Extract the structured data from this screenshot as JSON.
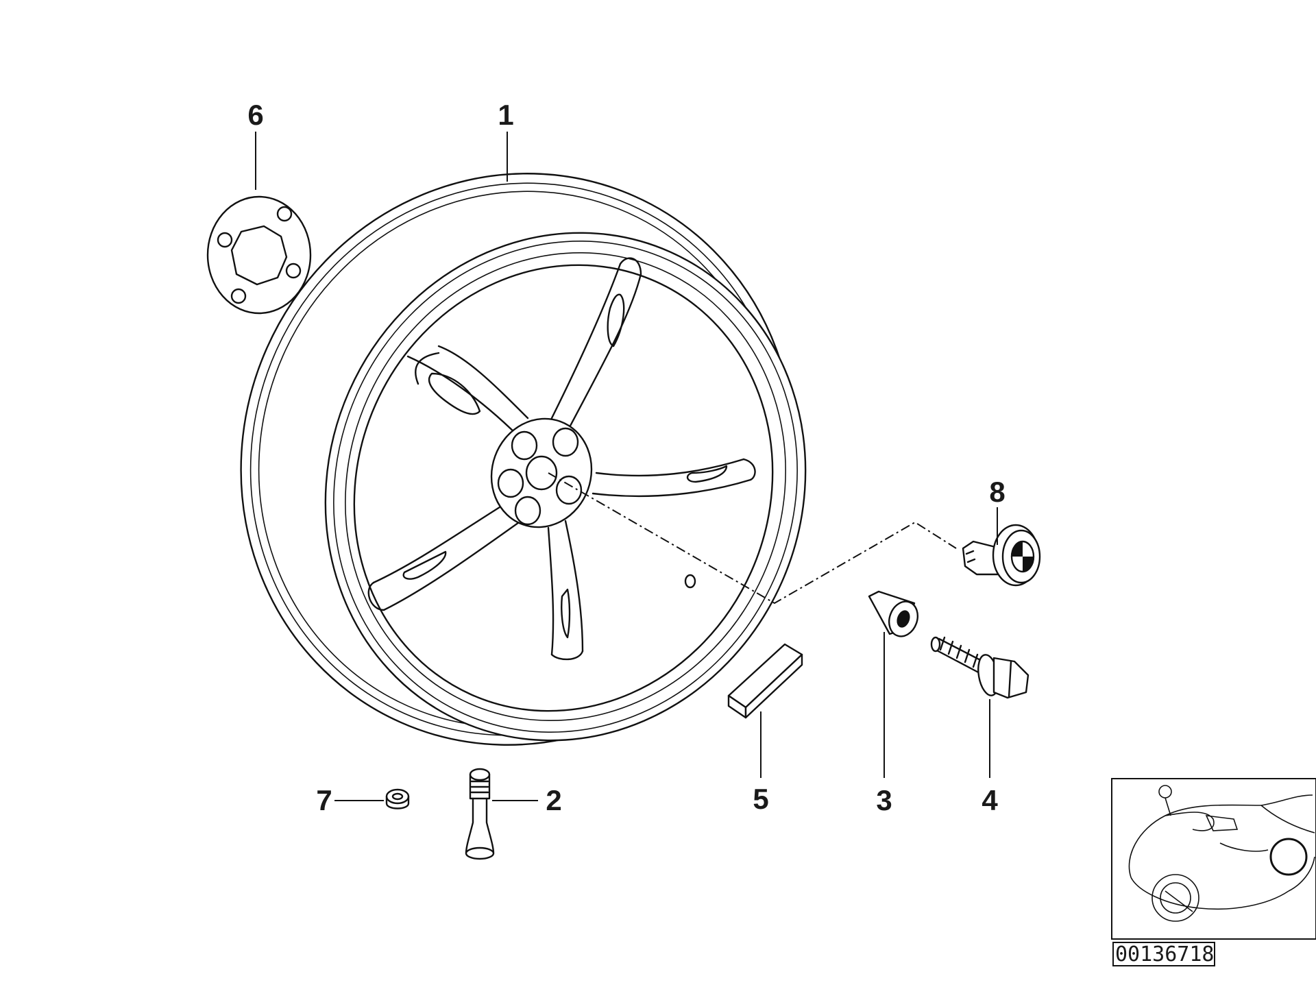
{
  "diagram": {
    "callouts": {
      "c1": "1",
      "c2": "2",
      "c3": "3",
      "c4": "4",
      "c5": "5",
      "c6": "6",
      "c7": "7",
      "c8": "8"
    },
    "reference_code": "00136718"
  }
}
